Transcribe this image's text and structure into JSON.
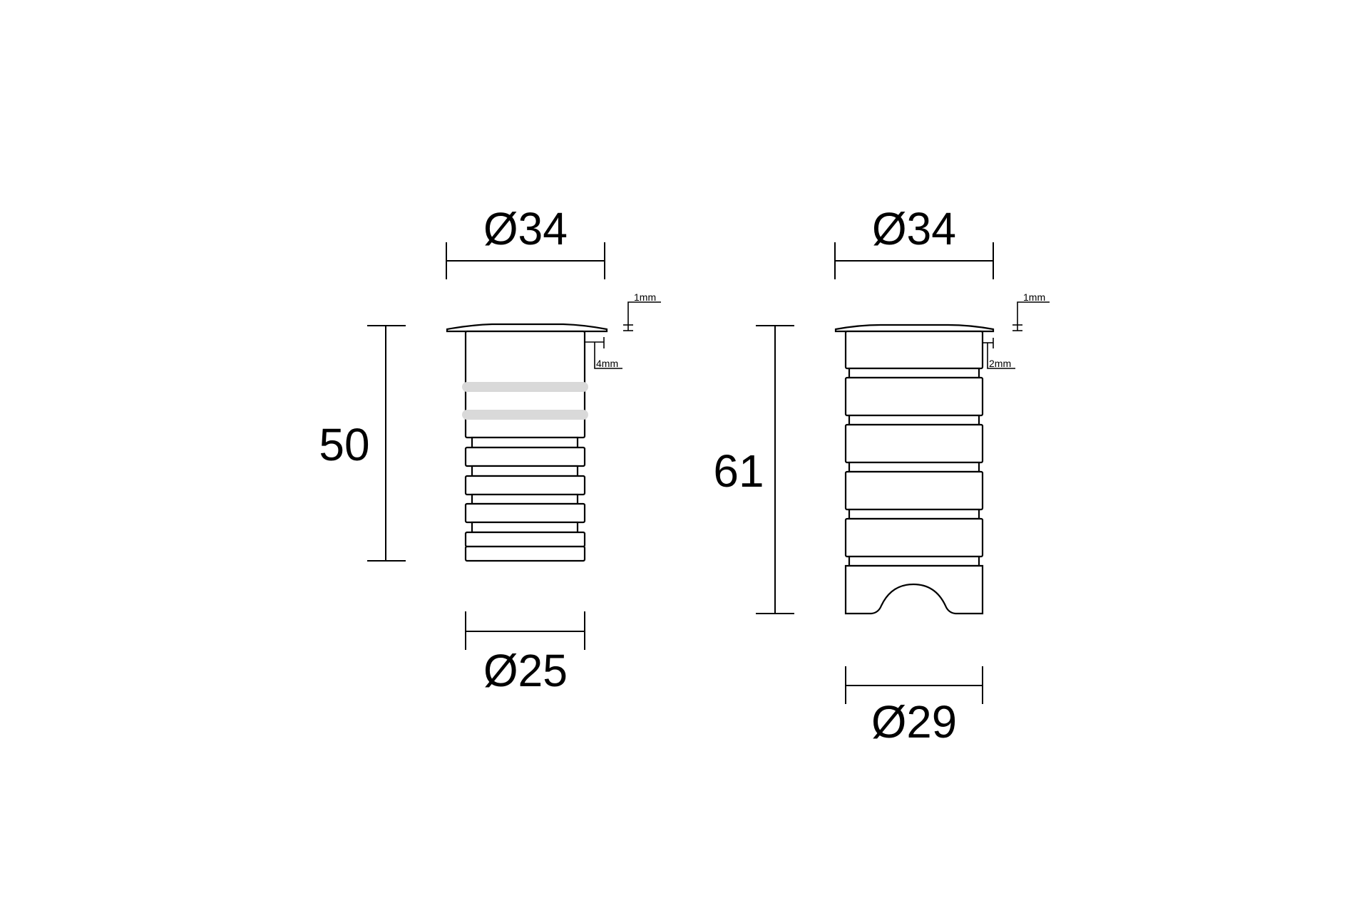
{
  "drawing": {
    "left": {
      "top_diameter": "Ø34",
      "height": "50",
      "bottom_diameter": "Ø25",
      "flange_thickness": "1mm",
      "flange_overhang": "4mm"
    },
    "right": {
      "top_diameter": "Ø34",
      "height": "61",
      "bottom_diameter": "Ø29",
      "flange_thickness": "1mm",
      "flange_overhang": "2mm"
    },
    "colors": {
      "line": "#000000",
      "band": "#d9d9d9",
      "background": "#ffffff"
    }
  }
}
